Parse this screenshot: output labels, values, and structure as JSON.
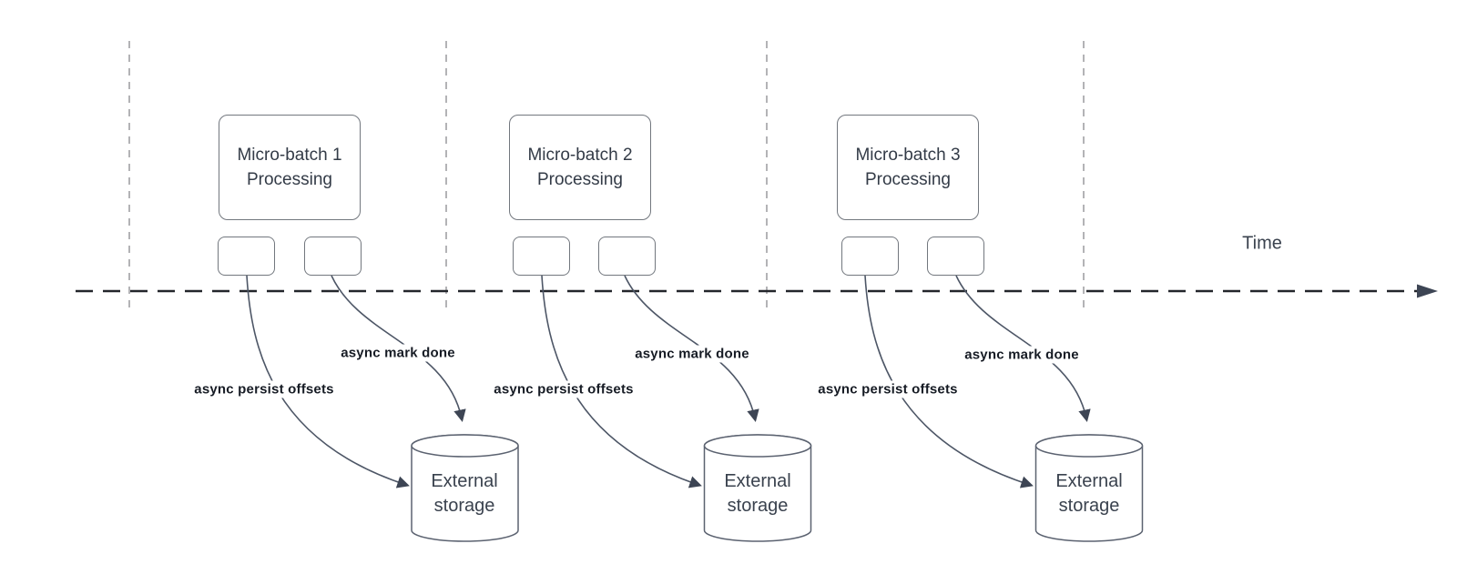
{
  "diagram": {
    "time_label": "Time",
    "groups": [
      {
        "process_line1": "Micro-batch 1",
        "process_line2": "Processing",
        "persist_label": "async persist offsets",
        "mark_done_label": "async mark done",
        "storage_line1": "External",
        "storage_line2": "storage"
      },
      {
        "process_line1": "Micro-batch 2",
        "process_line2": "Processing",
        "persist_label": "async persist offsets",
        "mark_done_label": "async mark done",
        "storage_line1": "External",
        "storage_line2": "storage"
      },
      {
        "process_line1": "Micro-batch 3",
        "process_line2": "Processing",
        "persist_label": "async persist offsets",
        "mark_done_label": "async mark done",
        "storage_line1": "External",
        "storage_line2": "storage"
      }
    ],
    "colors": {
      "curve_stroke": "#4d5666",
      "arrowhead_fill": "#3d4554",
      "axis_stroke": "#23262b",
      "guide_line_stroke": "#b3b3b6",
      "shape_border": "#72777e",
      "box_text": "#333b47",
      "bold_label_text": "#161b24",
      "background": "#ffffff"
    }
  }
}
